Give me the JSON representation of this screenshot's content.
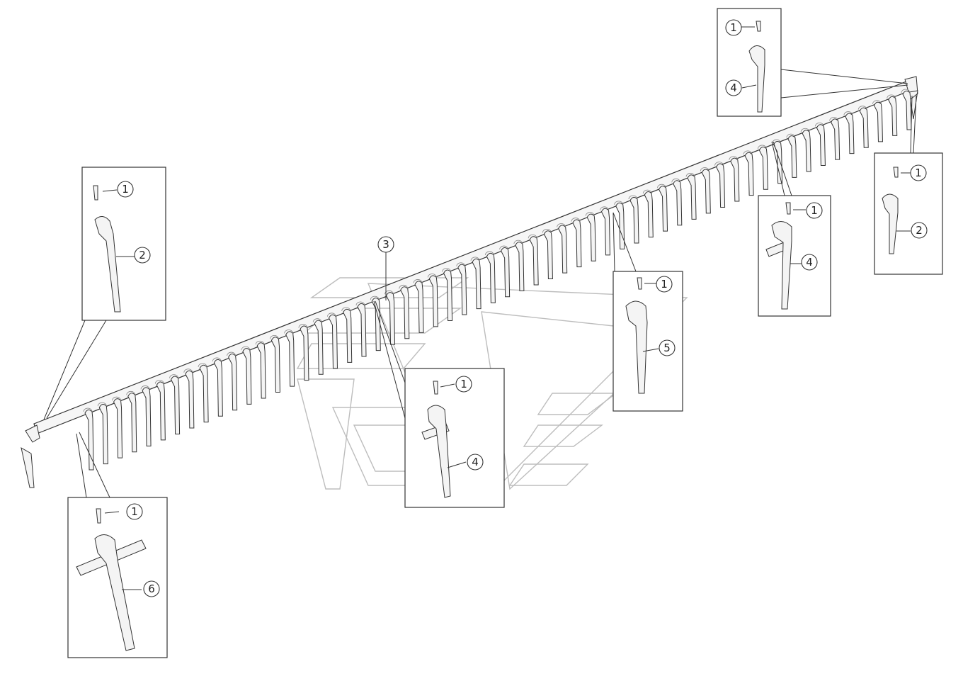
{
  "diagram": {
    "callouts": {
      "main_3": "3",
      "det_tl_1": "1",
      "det_tl_2": "2",
      "det_bl_1": "1",
      "det_bl_6": "6",
      "det_c_1": "1",
      "det_c_4": "4",
      "det_cr_1": "1",
      "det_cr_5": "5",
      "det_r_1": "1",
      "det_r_4": "4",
      "det_fr_1": "1",
      "det_fr_2": "2",
      "det_top_1": "1",
      "det_top_4": "4"
    }
  }
}
